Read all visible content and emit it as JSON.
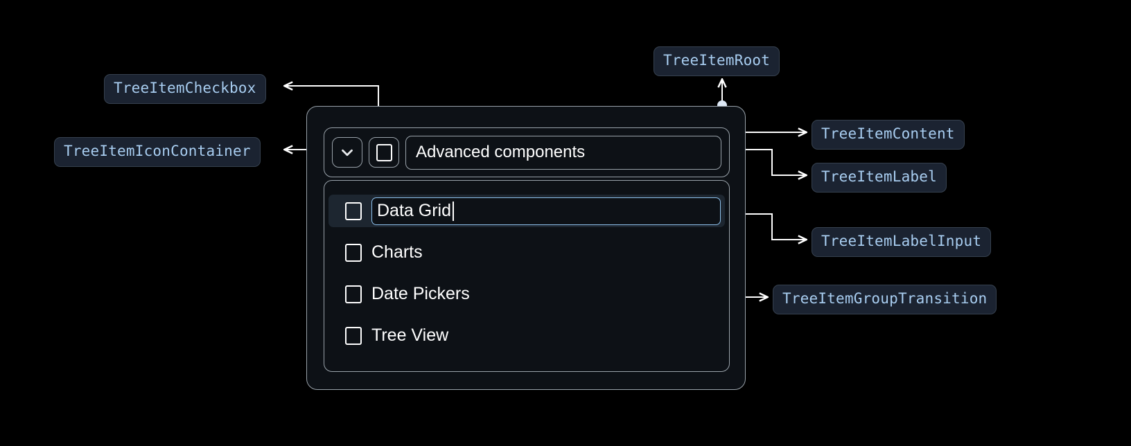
{
  "annotations": {
    "tree_item_checkbox": "TreeItemCheckbox",
    "tree_item_icon_container": "TreeItemIconContainer",
    "tree_item_root": "TreeItemRoot",
    "tree_item_content": "TreeItemContent",
    "tree_item_label": "TreeItemLabel",
    "tree_item_label_input": "TreeItemLabelInput",
    "tree_item_group_transition": "TreeItemGroupTransition"
  },
  "tree": {
    "root_label": "Advanced components",
    "expand_icon": "chevron-down-icon",
    "checkbox_icon": "checkbox-unchecked-icon",
    "editing_item": {
      "value": "Data Grid",
      "placeholder": "Data Grid",
      "checkbox_icon": "checkbox-unchecked-icon"
    },
    "children": [
      {
        "label": "Charts",
        "checkbox_icon": "checkbox-unchecked-icon"
      },
      {
        "label": "Date Pickers",
        "checkbox_icon": "checkbox-unchecked-icon"
      },
      {
        "label": "Tree View",
        "checkbox_icon": "checkbox-unchecked-icon"
      }
    ]
  },
  "colors": {
    "background": "#000000",
    "card_surface": "#0d1116",
    "card_border": "#9aa3ab",
    "pill_fill": "#1b2331",
    "pill_border": "#36414f",
    "pill_text": "#a8cdf0",
    "selected_row": "#1d2630",
    "input_focus_border": "#8ec2ee",
    "connector": "#ffffff",
    "text": "#ffffff"
  }
}
